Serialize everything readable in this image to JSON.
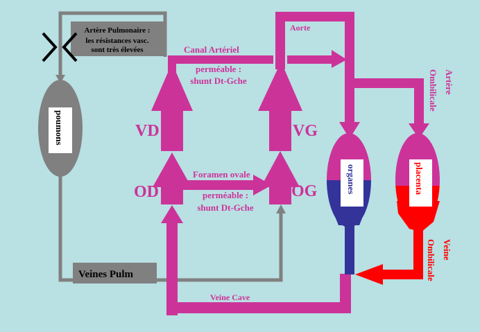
{
  "colors": {
    "background": "#b9e0e3",
    "artery": "#cc3399",
    "pulmonary": "#808080",
    "venous_organs": "#333399",
    "umbilical_vein": "#ff0000",
    "label_box": "#ffffff"
  },
  "labels": {
    "pulm_artery_box": {
      "line1": "Artère Pulmonaire :",
      "line2": "les résistances vasc.",
      "line3": "sont très élevées"
    },
    "aorte": "Aorte",
    "canal_arteriel": {
      "title": "Canal Artériel",
      "line1": "perméable :",
      "line2": "shunt Dt-Gche"
    },
    "foramen_ovale": {
      "title": "Foramen ovale",
      "line1": "perméable :",
      "line2": "shunt Dt-Gche"
    },
    "vd": "VD",
    "vg": "VG",
    "od": "OD",
    "og": "OG",
    "poumons": "poumons",
    "organes": "organes",
    "placenta": "placenta",
    "artere_ombilicale": {
      "line1": "Artère",
      "line2": "Ombilicale"
    },
    "veine_ombilicale": {
      "line1": "Veine",
      "line2": "Ombilicale"
    },
    "veines_pulm": "Veines Pulm",
    "veine_cave": "Veine Cave"
  },
  "icons": {
    "obstruction": "closed-valve-icon"
  }
}
